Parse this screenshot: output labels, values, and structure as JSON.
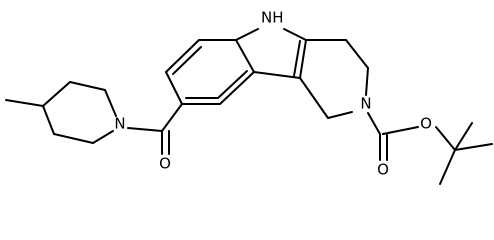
{
  "molecule": {
    "atom_labels": {
      "indole_nh": "NH",
      "pyridine_n": "N",
      "piperidine_n": "N",
      "carbamate_o": "O",
      "carbamate_carbonyl_o": "O",
      "amide_carbonyl_o": "O"
    },
    "colors": {
      "background": "#ffffff",
      "bond": "#000000",
      "text": "#000000"
    }
  }
}
